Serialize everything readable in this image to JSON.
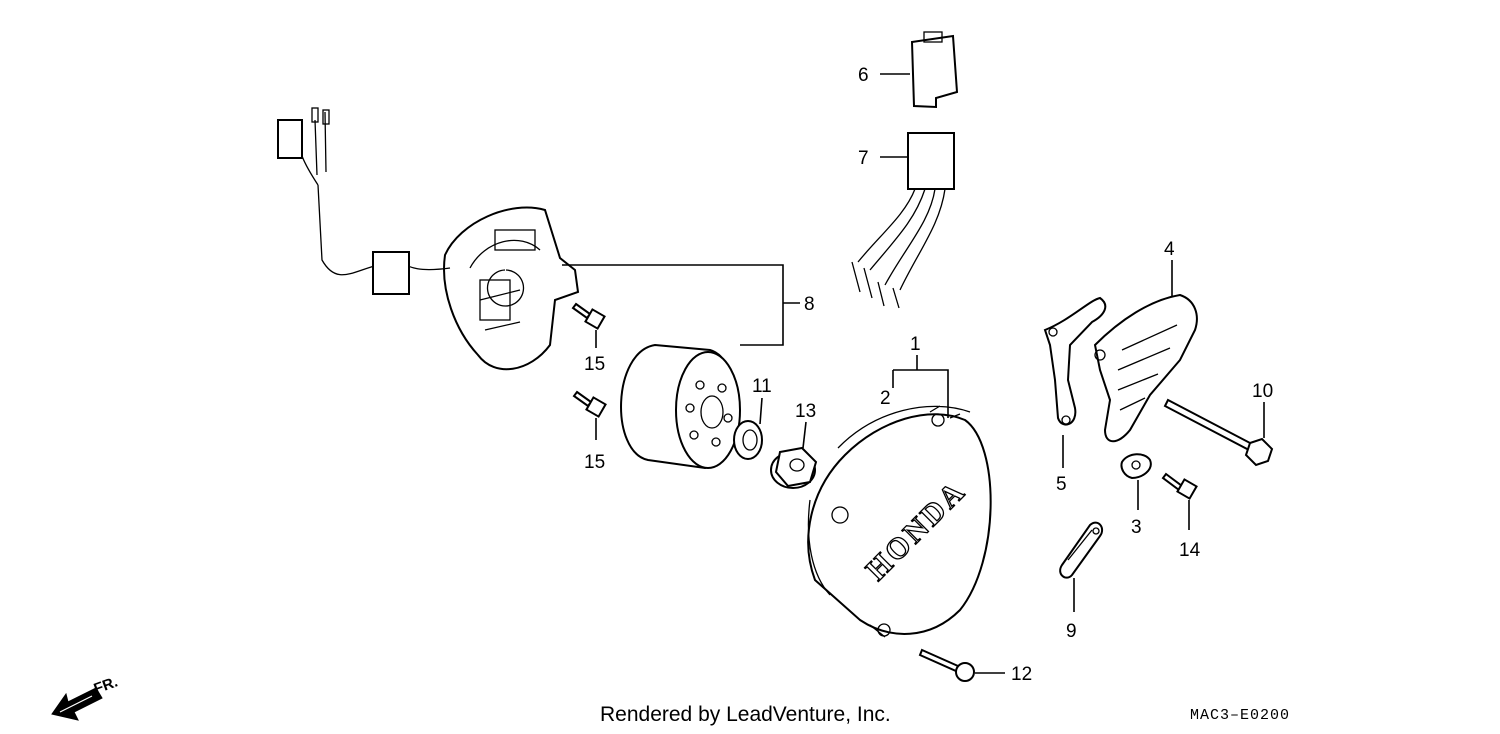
{
  "diagram": {
    "callouts": {
      "c1": "1",
      "c2": "2",
      "c3": "3",
      "c4": "4",
      "c5": "5",
      "c6": "6",
      "c7": "7",
      "c8": "8",
      "c9": "9",
      "c10": "10",
      "c11": "11",
      "c12": "12",
      "c13": "13",
      "c14": "14",
      "c15a": "15",
      "c15b": "15"
    },
    "cover_brand": "HONDA",
    "direction": "FR."
  },
  "footer": {
    "credit": "Rendered by LeadVenture, Inc.",
    "code": "MAC3–E0200"
  }
}
